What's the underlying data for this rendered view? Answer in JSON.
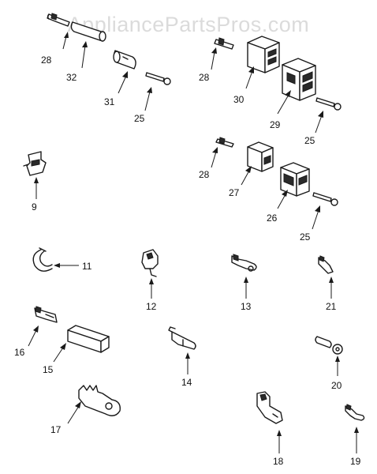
{
  "watermark": "AppliancePartsPros.com",
  "callouts": {
    "c28a": "28",
    "c32": "32",
    "c31": "31",
    "c25a": "25",
    "c28b": "28",
    "c30": "30",
    "c29": "29",
    "c25b": "25",
    "c9": "9",
    "c28c": "28",
    "c27": "27",
    "c26": "26",
    "c25c": "25",
    "c11": "11",
    "c12": "12",
    "c13": "13",
    "c21": "21",
    "c16": "16",
    "c15": "15",
    "c14": "14",
    "c20": "20",
    "c17": "17",
    "c18": "18",
    "c19": "19"
  }
}
